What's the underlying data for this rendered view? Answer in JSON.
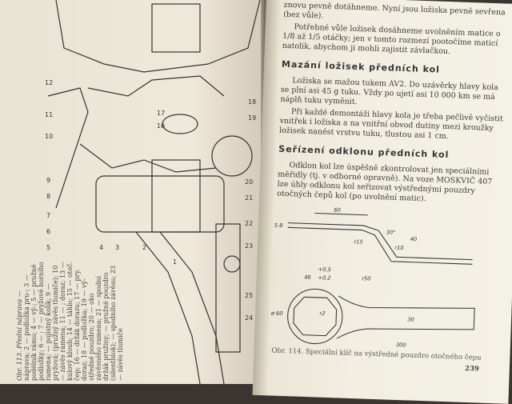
{
  "left_page": {
    "figure_caption_title": "Obr. 113. Přední náprava",
    "figure_caption_text": "— náprava; 2 — podložka pru-; 3 — podélník rámu; 4 — vý-; 5 — pružné podložky; 6 — ; 7 — pryžové horního ramena; — pojistný kolík; 9 — pryžová; (pružný závěs tlumiče); 10 — závěs ramena; 11 — ; doraz; 13 — kulový kloub; 14 — táhlo; 15 — otoč. čep; 16 — držák dorazu; 17 — pry. doraz; 18 — podložka; 19 — vý- středné pouzdro; 20 — oko závěsného ramena; 21 — spodní držák pružiny; — pružné pouzdro (silentblok); — spodního závěsu; 23 — závěs tlumiče",
    "part_labels": [
      "12",
      "11",
      "10",
      "9",
      "8",
      "7",
      "6",
      "5",
      "4",
      "3",
      "2",
      "1",
      "17",
      "16",
      "18",
      "19",
      "20",
      "21",
      "22",
      "23",
      "25",
      "24"
    ]
  },
  "right_page": {
    "para_top_1": "znovu pevně dotáhneme. Nyní jsou ložiska pevně sevřena (bez vůle).",
    "para_top_2": "Potřebné vůle ložisek dosáhneme uvolněním matice o 1/8 až 1/5 otáčky; jen v tomto rozmezí pootočíme maticí natolik, abychom ji mohli zajistit závlačkou.",
    "heading_1": "Mazání ložisek předních kol",
    "para_1": "Ložiska se mažou tukem AV2. Do uzávěrky hlavy kola se plní asi 45 g tuku. Vždy po ujetí asi 10 000 km se má náplň tuku vyměnit.",
    "para_2": "Při každé demontáži hlavy kola je třeba pečlivě vyčistit vnitřek i ložiska a na vnitřní obvod dutiny mezi kroužky ložisek nanést vrstvu tuku, tlustou asi 1 cm.",
    "heading_2": "Seřízení odklonu předních kol",
    "para_3": "Odklon kol lze úspěšně zkontrolovat jen speciálními měřidly (tj. v odborné opravně). Na voze MOSKVIČ 407 lze úhly odklonu kol seřizovat výstřednými pouzdry otočných čepů kol (po uvolnění matic).",
    "dims": {
      "d60": "60",
      "d5": "5-8",
      "r15": "r15",
      "a30": "30°",
      "r10": "r10",
      "d40": "40",
      "tol": "+0,5",
      "tol2": "+0,2",
      "d46": "46",
      "r50": "r50",
      "phi": "ø 60",
      "r2": "r2",
      "d30": "30",
      "d300": "300"
    },
    "figure_caption": "Obr. 114. Speciální klíč na výstředné pouzdro otočného čepu",
    "page_number": "239"
  }
}
